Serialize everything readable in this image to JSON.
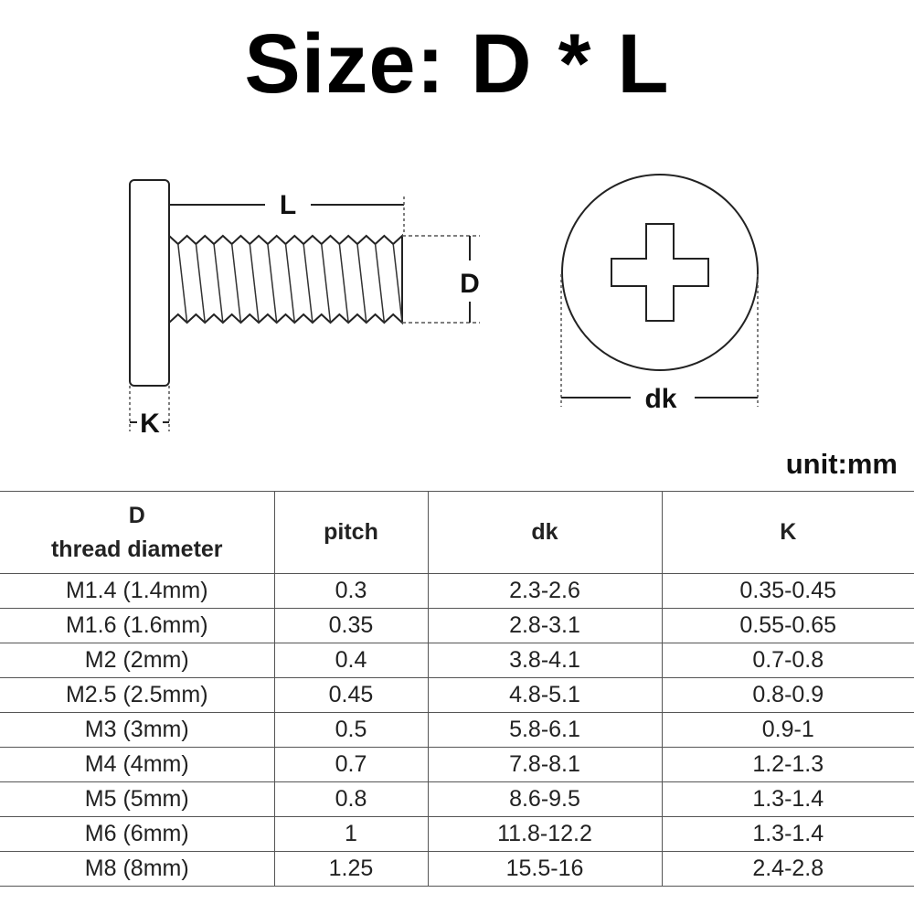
{
  "title": {
    "part1": "Size:",
    "part2": "D",
    "part3": "*",
    "part4": "L"
  },
  "diagram": {
    "label_L": "L",
    "label_D": "D",
    "label_K": "K",
    "label_dk": "dk"
  },
  "unit": "unit:mm",
  "table": {
    "headers": {
      "d_line1": "D",
      "d_line2": "thread diameter",
      "pitch": "pitch",
      "dk": "dk",
      "k": "K"
    },
    "rows": [
      {
        "d": "M1.4 (1.4mm)",
        "pitch": "0.3",
        "dk": "2.3-2.6",
        "k": "0.35-0.45"
      },
      {
        "d": "M1.6 (1.6mm)",
        "pitch": "0.35",
        "dk": "2.8-3.1",
        "k": "0.55-0.65"
      },
      {
        "d": "M2 (2mm)",
        "pitch": "0.4",
        "dk": "3.8-4.1",
        "k": "0.7-0.8"
      },
      {
        "d": "M2.5 (2.5mm)",
        "pitch": "0.45",
        "dk": "4.8-5.1",
        "k": "0.8-0.9"
      },
      {
        "d": "M3 (3mm)",
        "pitch": "0.5",
        "dk": "5.8-6.1",
        "k": "0.9-1"
      },
      {
        "d": "M4 (4mm)",
        "pitch": "0.7",
        "dk": "7.8-8.1",
        "k": "1.2-1.3"
      },
      {
        "d": "M5 (5mm)",
        "pitch": "0.8",
        "dk": "8.6-9.5",
        "k": "1.3-1.4"
      },
      {
        "d": "M6 (6mm)",
        "pitch": "1",
        "dk": "11.8-12.2",
        "k": "1.3-1.4"
      },
      {
        "d": "M8 (8mm)",
        "pitch": "1.25",
        "dk": "15.5-16",
        "k": "2.4-2.8"
      }
    ]
  }
}
